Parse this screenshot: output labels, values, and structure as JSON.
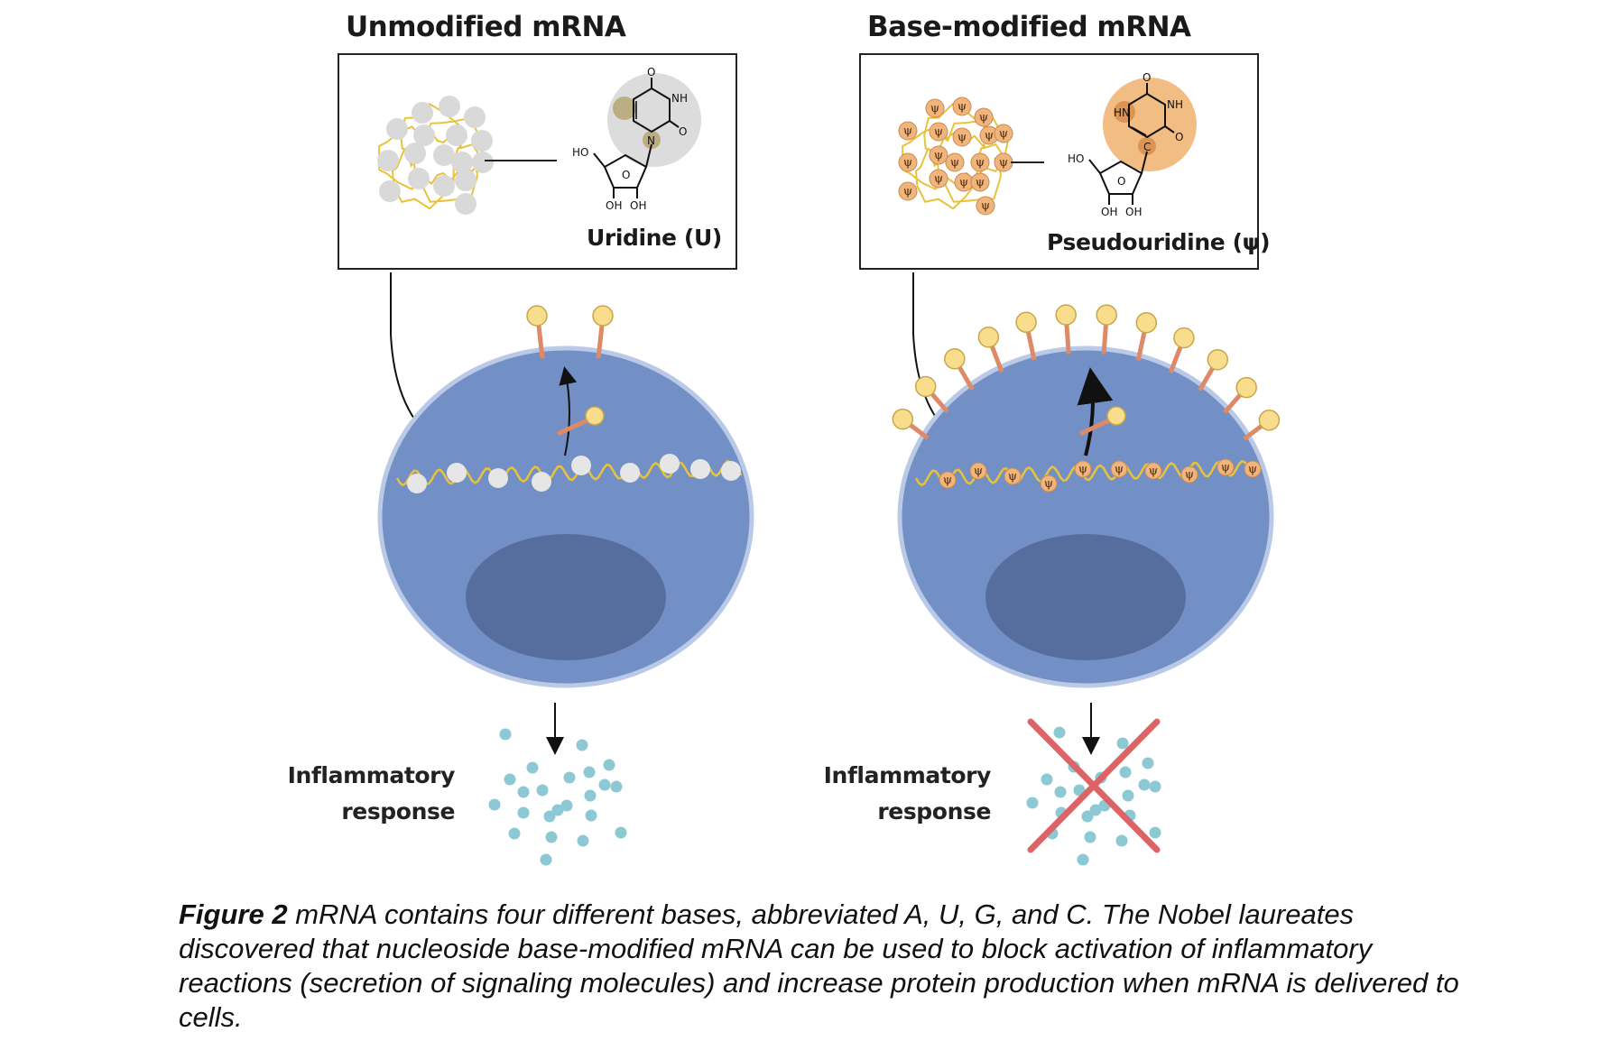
{
  "panels": [
    {
      "title": "Unmodified mRNA",
      "nucleoside_label": "Uridine (U)",
      "response_label_line1": "Inflammatory",
      "response_label_line2": "response",
      "chem": {
        "ho": "HO",
        "oh1": "OH",
        "oh2": "OH",
        "o_ring": "O",
        "o_top": "O",
        "o_right": "O",
        "nh": "NH",
        "n": "N"
      }
    },
    {
      "title": "Base-modified mRNA",
      "nucleoside_label": "Pseudouridine (ψ)",
      "response_label_line1": "Inflammatory",
      "response_label_line2": "response",
      "chem": {
        "ho": "HO",
        "oh1": "OH",
        "oh2": "OH",
        "o_ring": "O",
        "o_top": "O",
        "o_right": "O",
        "nh": "NH",
        "hn": "HN",
        "c": "C"
      }
    }
  ],
  "psi_symbol": "ψ",
  "caption": {
    "label": "Figure 2",
    "text": " mRNA contains four different bases, abbreviated A, U, G, and C. The Nobel laureates discovered that nucleoside base-modified mRNA can be used to block activation of inflammatory reactions (secretion of signaling molecules) and increase protein production when mRNA is delivered to cells."
  },
  "colors": {
    "cell": "#7390c6",
    "cell_edge": "#b9c9e6",
    "nucleus": "#566e9e",
    "mrna_strand": "#e8c33a",
    "unmod_bead": "#d9d9d9",
    "mod_bead": "#efb57d",
    "protein_head": "#f7dd8c",
    "protein_stalk": "#de8a66",
    "molecule": "#8cc9d4",
    "cross": "#dc6466",
    "uridine_circle": "#dcdcdc",
    "pseudo_circle": "#f1bd82"
  }
}
